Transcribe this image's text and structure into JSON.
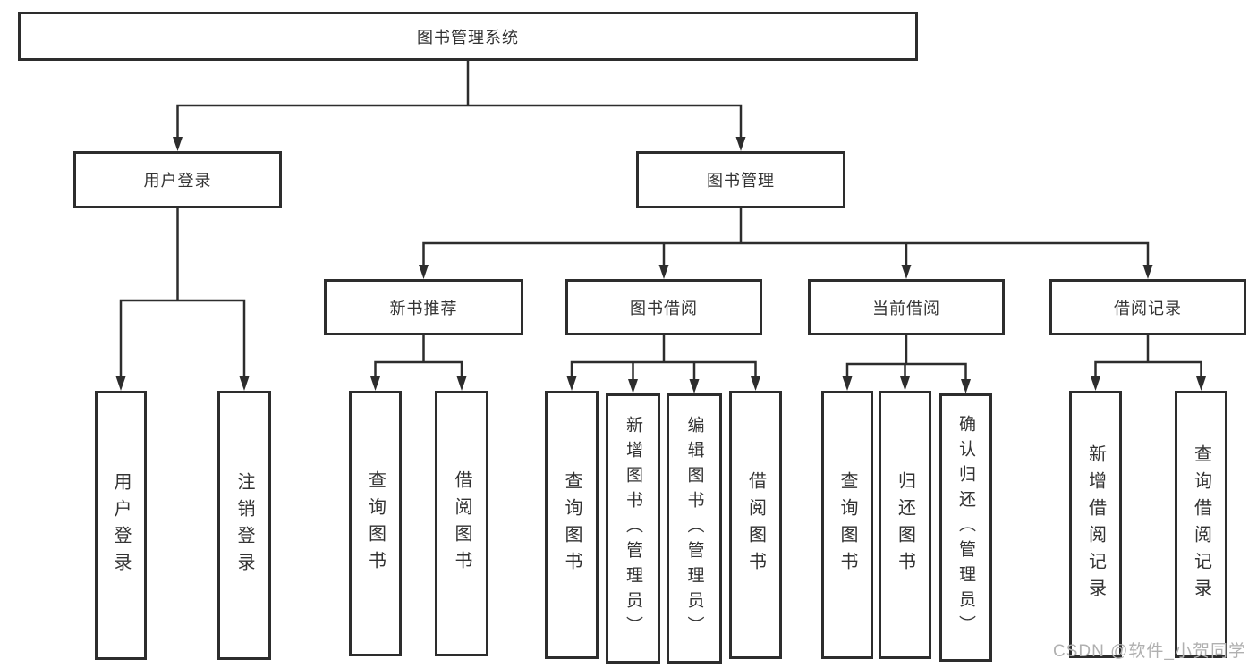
{
  "tree": {
    "root": {
      "label": "图书管理系统"
    },
    "branches": [
      {
        "label": "用户登录",
        "children": [
          {
            "label": "用户登录"
          },
          {
            "label": "注销登录"
          }
        ]
      },
      {
        "label": "图书管理",
        "children": [
          {
            "label": "新书推荐",
            "children": [
              {
                "label": "查询图书"
              },
              {
                "label": "借阅图书"
              }
            ]
          },
          {
            "label": "图书借阅",
            "children": [
              {
                "label": "查询图书"
              },
              {
                "label": "新增图书（管理员）"
              },
              {
                "label": "编辑图书（管理员）"
              },
              {
                "label": "借阅图书"
              }
            ]
          },
          {
            "label": "当前借阅",
            "children": [
              {
                "label": "查询图书"
              },
              {
                "label": "归还图书"
              },
              {
                "label": "确认归还（管理员）"
              }
            ]
          },
          {
            "label": "借阅记录",
            "children": [
              {
                "label": "新增借阅记录"
              },
              {
                "label": "查询借阅记录"
              }
            ]
          }
        ]
      }
    ]
  },
  "watermark": "CSDN @软件_小贺同学",
  "colors": {
    "line": "#2d2d2d",
    "text": "#333333",
    "box_background": "#ffffff",
    "watermark": "#b0b0b0",
    "background": "#ffffff"
  }
}
